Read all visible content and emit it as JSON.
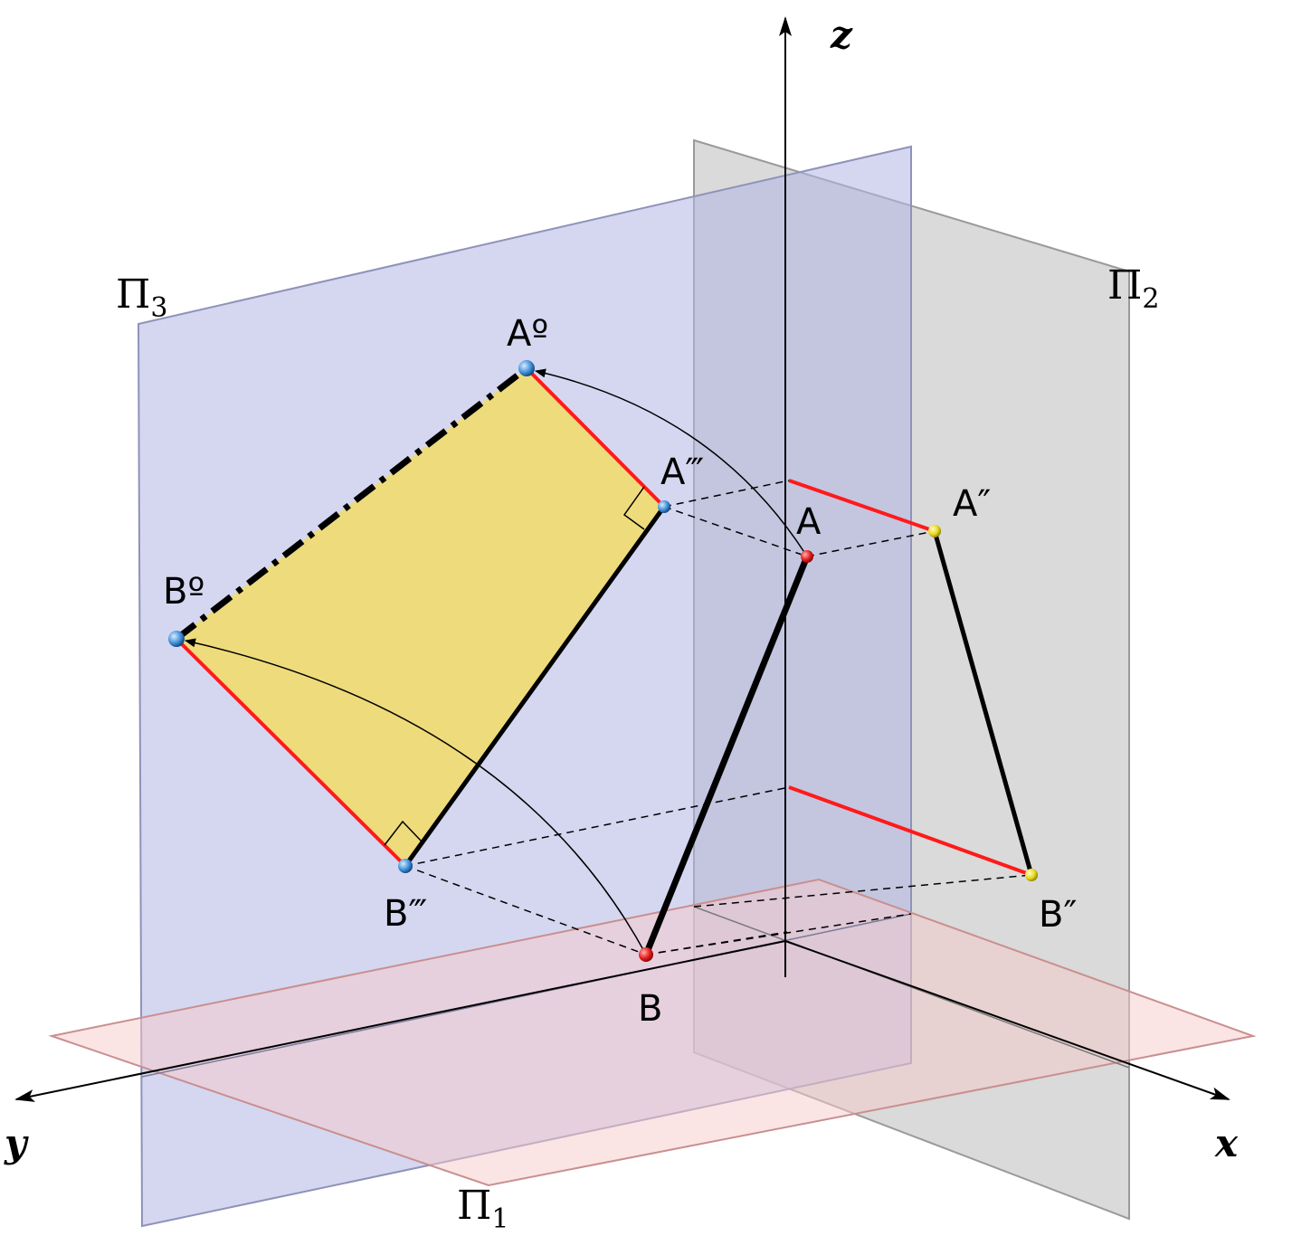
{
  "planes": {
    "horizontal": {
      "symbol": "Π",
      "subscript": "1",
      "color": "#f7c9c9"
    },
    "frontal": {
      "symbol": "Π",
      "subscript": "2",
      "color": "#c9cbc9"
    },
    "profile": {
      "symbol": "Π",
      "subscript": "3",
      "color": "#b3b6e6"
    }
  },
  "axes": {
    "x": "x",
    "y": "y",
    "z": "z"
  },
  "points": {
    "A": "A",
    "B": "B",
    "A2": "A″",
    "B2": "B″",
    "A3": "A‴",
    "B3": "B‴",
    "A0": "Aº",
    "B0": "Bº"
  },
  "colors": {
    "true_length_fill": "#eedb7c",
    "red_segments": "#ff1a1a",
    "point_red": "#e11d1d",
    "point_yellow": "#e8d81a",
    "point_blue": "#3f8fd8"
  }
}
